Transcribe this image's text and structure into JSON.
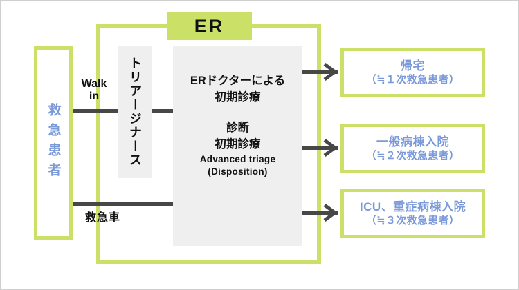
{
  "diagram": {
    "title": "ER patient flow",
    "colors": {
      "green": "#cbe067",
      "blue_text": "#7a99d9",
      "gray_box": "#efefef",
      "connector": "#474747",
      "black_text": "#111111"
    },
    "er_frame": {
      "badge_label": "ER"
    },
    "patient_box": {
      "label": "救急患者"
    },
    "triage_box": {
      "label": "トリアージナース"
    },
    "doctor_box": {
      "line1": "ERドクターによる",
      "line2": "初期診療",
      "line3": "診断",
      "line4": "初期診療",
      "line5": "Advanced triage",
      "line6": "(Disposition)"
    },
    "connector_labels": {
      "walk_in_line1": "Walk",
      "walk_in_line2": "in",
      "ambulance": "救急車"
    },
    "outcomes": [
      {
        "title": "帰宅",
        "sub": "（≒１次救急患者）"
      },
      {
        "title": "一般病棟入院",
        "sub": "（≒２次救急患者）"
      },
      {
        "title": "ICU、重症病棟入院",
        "sub": "（≒３次救急患者）"
      }
    ]
  }
}
